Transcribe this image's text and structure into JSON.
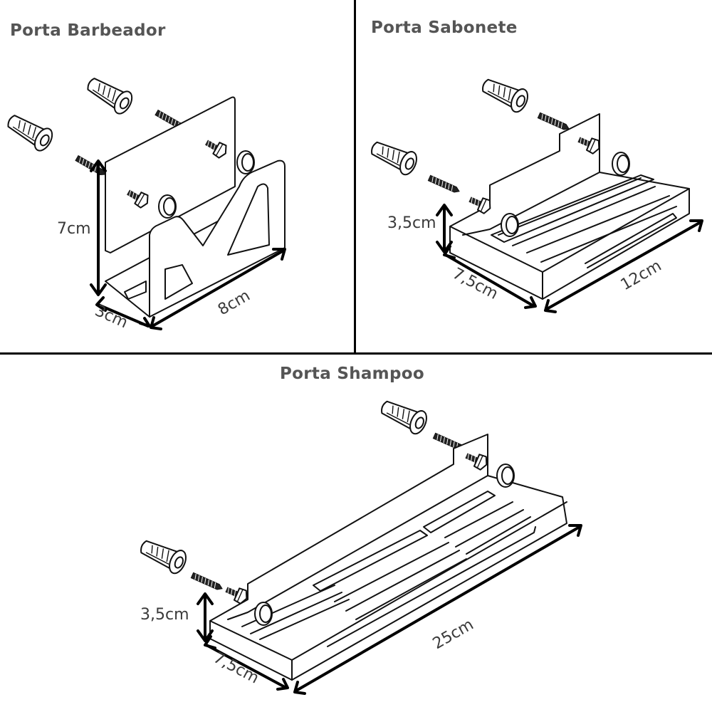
{
  "panels": {
    "razor": {
      "title": "Porta Barbeador",
      "dims": {
        "height": "7cm",
        "depth": "3cm",
        "width": "8cm"
      }
    },
    "soap": {
      "title": "Porta Sabonete",
      "dims": {
        "height": "3,5cm",
        "depth": "7,5cm",
        "width": "12cm"
      }
    },
    "shampoo": {
      "title": "Porta Shampoo",
      "dims": {
        "height": "3,5cm",
        "depth": "7,5cm",
        "width": "25cm"
      }
    }
  },
  "colors": {
    "title": "#555555",
    "lines": "#111111",
    "arrows": "#000000"
  }
}
